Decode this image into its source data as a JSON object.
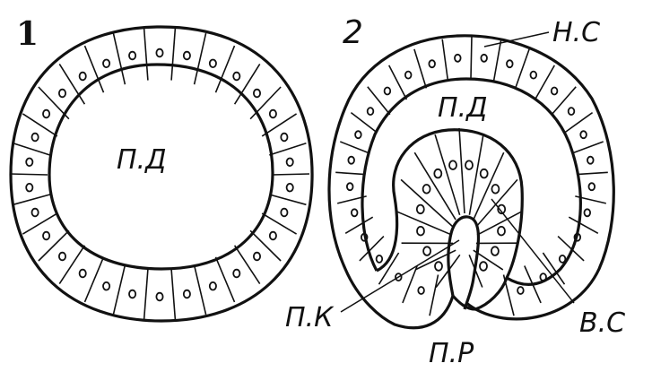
{
  "figure": {
    "panel_1": {
      "number": "1",
      "cavity_label": "П.Д"
    },
    "panel_2": {
      "number": "2",
      "labels": {
        "outer_layer": "Н.С",
        "primary_cavity": "П.Д",
        "secondary_cavity": "П.К",
        "opening": "П.Р",
        "inner_layer": "В.С"
      }
    }
  },
  "colors": {
    "ink": "#111111",
    "paper": "#ffffff"
  }
}
